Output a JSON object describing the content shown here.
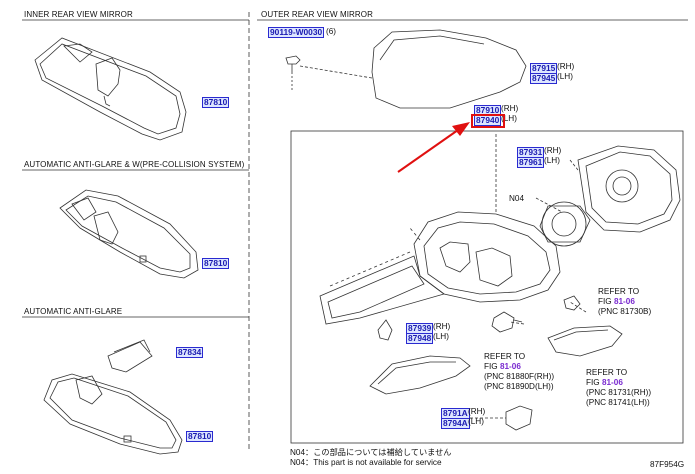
{
  "sections": {
    "inner": "INNER REAR VIEW MIRROR",
    "outer": "OUTER REAR VIEW MIRROR",
    "anti_glare_pcs": "AUTOMATIC ANTI-GLARE & W(PRE-COLLISION SYSTEM)",
    "anti_glare": "AUTOMATIC ANTI-GLARE"
  },
  "parts": {
    "bolt": "90119-W0030",
    "bolt_qty": "(6)",
    "inner_mirror_1": "87810",
    "inner_mirror_2": "87810",
    "inner_mirror_3": "87810",
    "cover_glare": "87834",
    "cap_rh": "87915",
    "cap_lh": "87945",
    "assy_rh": "87910",
    "assy_lh": "87940",
    "glass_rh": "87931",
    "glass_lh": "87961",
    "lamp_rh": "87939",
    "lamp_lh": "87948",
    "cover_rh": "8791A",
    "cover_lh": "8794A"
  },
  "suffix": {
    "rh": "(RH)",
    "lh": "(LH)"
  },
  "labels": {
    "n04": "N04"
  },
  "refs": {
    "r1_line1": "REFER TO",
    "r1_fig_prefix": "FIG",
    "r1_fig": "81-06",
    "r1_pnc": "(PNC 81730B)",
    "r2_line1": "REFER TO",
    "r2_fig_prefix": "FIG",
    "r2_fig": "81-06",
    "r2_pnc1": "(PNC 81880F(RH))",
    "r2_pnc2": "(PNC 81890D(LH))",
    "r3_line1": "REFER TO",
    "r3_fig_prefix": "FIG",
    "r3_fig": "81-06",
    "r3_pnc1": "(PNC 81731(RH))",
    "r3_pnc2": "(PNC 81741(LH))"
  },
  "notes": {
    "jp": "N04：この部品については補給していません",
    "en": "N04：This part is not available for service"
  },
  "fig_id": "87F954G",
  "colors": {
    "part_number_text": "#1a1ab0",
    "part_number_bg": "#dde6ff",
    "arrow": "#e01010",
    "fig_link": "#7a2ad0"
  }
}
